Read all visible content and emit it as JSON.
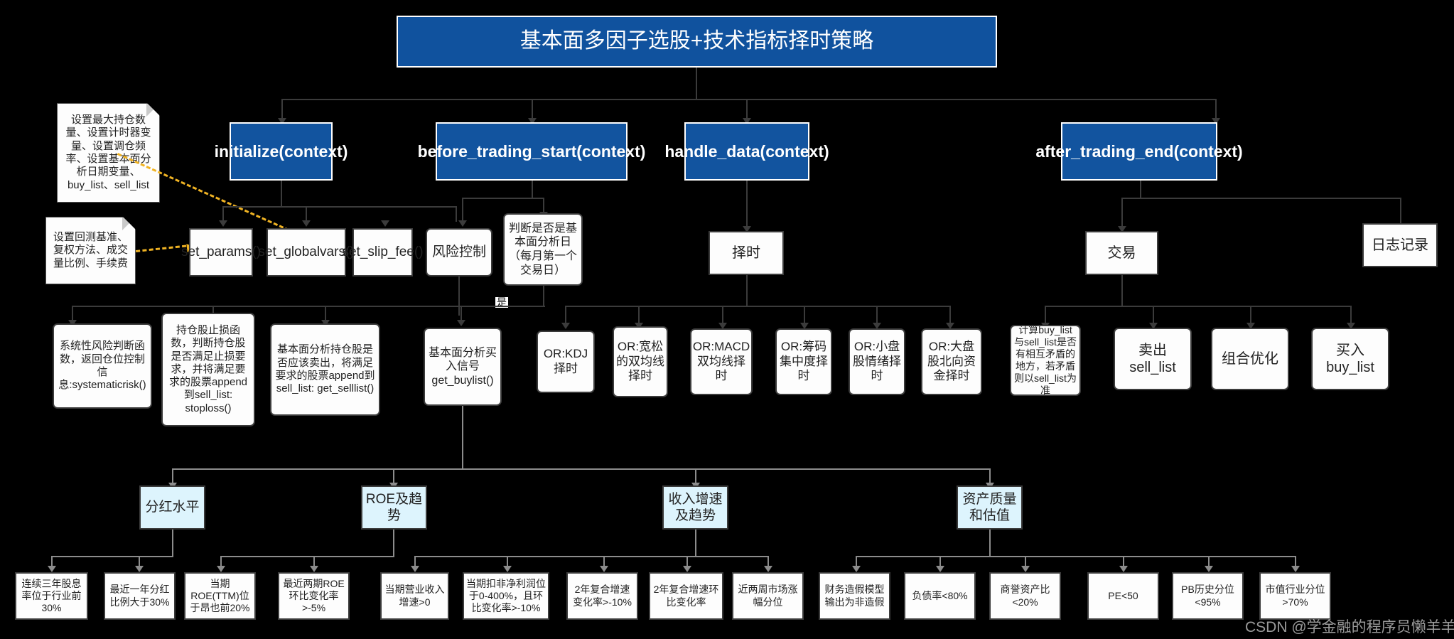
{
  "diagram": {
    "title": "基本面多因子选股+技术指标择时策略",
    "watermark": "CSDN @学金融的程序员懒羊羊",
    "edge_label_yes": "是",
    "colors": {
      "title_fill": "#10529e",
      "stage_fill": "#12549f",
      "plain_fill": "#fdfdfd",
      "factor_fill": "#ddf4fd",
      "border": "#3b3b3b",
      "callout_line": "#f0b323",
      "background": "#000000"
    }
  },
  "stages": [
    {
      "id": "initialize",
      "label": "initialize(context)"
    },
    {
      "id": "before_trading_start",
      "label": "before_trading_start(context)"
    },
    {
      "id": "handle_data",
      "label": "handle_data(context)"
    },
    {
      "id": "after_trading_end",
      "label": "after_trading_end(context)"
    }
  ],
  "callouts": [
    {
      "id": "note-init-vars",
      "text": "设置最大持仓数量、设置计时器变量、设置调仓频率、设置基本面分析日期变量、buy_list、sell_list"
    },
    {
      "id": "note-backtest",
      "text": "设置回测基准、复权方法、成交量比例、手续费"
    }
  ],
  "level2": [
    {
      "id": "set-params",
      "label": "set_params()"
    },
    {
      "id": "set-globalvars",
      "label": "set_globalvars()"
    },
    {
      "id": "set-slip-fee",
      "label": "set_slip_fee()"
    },
    {
      "id": "risk-control",
      "label": "风险控制"
    },
    {
      "id": "is-analysis-day",
      "label": "判断是否是基本面分析日（每月第一个交易日）"
    },
    {
      "id": "timing",
      "label": "择时"
    },
    {
      "id": "trade",
      "label": "交易"
    },
    {
      "id": "log-record",
      "label": "日志记录"
    }
  ],
  "level3": [
    {
      "id": "systematic-risk",
      "label": "系统性风险判断函数，返回仓位控制信息:systematicrisk()"
    },
    {
      "id": "stop-loss",
      "label": "持仓股止损函数，判断持仓股是否满足止损要求，并将满足要求的股票append到sell_list: stoploss()"
    },
    {
      "id": "get-selllist",
      "label": "基本面分析持仓股是否应该卖出，将满足要求的股票append到sell_list: get_selllist()"
    },
    {
      "id": "get-buylist",
      "label": "基本面分析买入信号 get_buylist()"
    }
  ],
  "timing_signals": [
    {
      "id": "or-kdj",
      "label": "OR:KDJ择时"
    },
    {
      "id": "or-loose-ma",
      "label": "OR:宽松的双均线择时"
    },
    {
      "id": "or-macd",
      "label": "OR:MACD双均线择时"
    },
    {
      "id": "or-chip",
      "label": "OR:筹码集中度择时"
    },
    {
      "id": "or-smallcap",
      "label": "OR:小盘股情绪择时"
    },
    {
      "id": "or-northbound",
      "label": "OR:大盘股北向资金择时"
    }
  ],
  "trade_nodes": [
    {
      "id": "conflict-check",
      "label": "计算buy_list与sell_list是否有相互矛盾的地方，若矛盾则以sell_list为准"
    },
    {
      "id": "sell",
      "label": "卖出 sell_list"
    },
    {
      "id": "portfolio-opt",
      "label": "组合优化"
    },
    {
      "id": "buy",
      "label": "买入 buy_list"
    }
  ],
  "factor_groups": [
    {
      "id": "dividend-level",
      "label": "分红水平"
    },
    {
      "id": "roe-trend",
      "label": "ROE及趋势"
    },
    {
      "id": "revenue-growth",
      "label": "收入增速及趋势"
    },
    {
      "id": "asset-valuation",
      "label": "资产质量和估值"
    }
  ],
  "factor_rules": [
    {
      "id": "rule-1",
      "group": "dividend-level",
      "label": "连续三年股息率位于行业前30%"
    },
    {
      "id": "rule-2",
      "group": "dividend-level",
      "label": "最近一年分红比例大于30%"
    },
    {
      "id": "rule-3",
      "group": "roe-trend",
      "label": "当期ROE(TTM)位于昂也前20%"
    },
    {
      "id": "rule-4",
      "group": "roe-trend",
      "label": "最近两期ROE环比变化率>-5%"
    },
    {
      "id": "rule-5",
      "group": "revenue-growth",
      "label": "当期营业收入增速>0"
    },
    {
      "id": "rule-6",
      "group": "revenue-growth",
      "label": "当期扣非净利润位于0-400%，且环比变化率>-10%"
    },
    {
      "id": "rule-7",
      "group": "revenue-growth",
      "label": "2年复合增速变化率>-10%"
    },
    {
      "id": "rule-8",
      "group": "revenue-growth",
      "label": "2年复合增速环比变化率"
    },
    {
      "id": "rule-9",
      "group": "revenue-growth",
      "label": "近两周市场涨幅分位"
    },
    {
      "id": "rule-10",
      "group": "asset-valuation",
      "label": "财务造假模型输出为非造假"
    },
    {
      "id": "rule-11",
      "group": "asset-valuation",
      "label": "负债率<80%"
    },
    {
      "id": "rule-12",
      "group": "asset-valuation",
      "label": "商誉资产比<20%"
    },
    {
      "id": "rule-13",
      "group": "asset-valuation",
      "label": "PE<50"
    },
    {
      "id": "rule-14",
      "group": "asset-valuation",
      "label": "PB历史分位<95%"
    },
    {
      "id": "rule-15",
      "group": "asset-valuation",
      "label": "市值行业分位>70%"
    }
  ]
}
